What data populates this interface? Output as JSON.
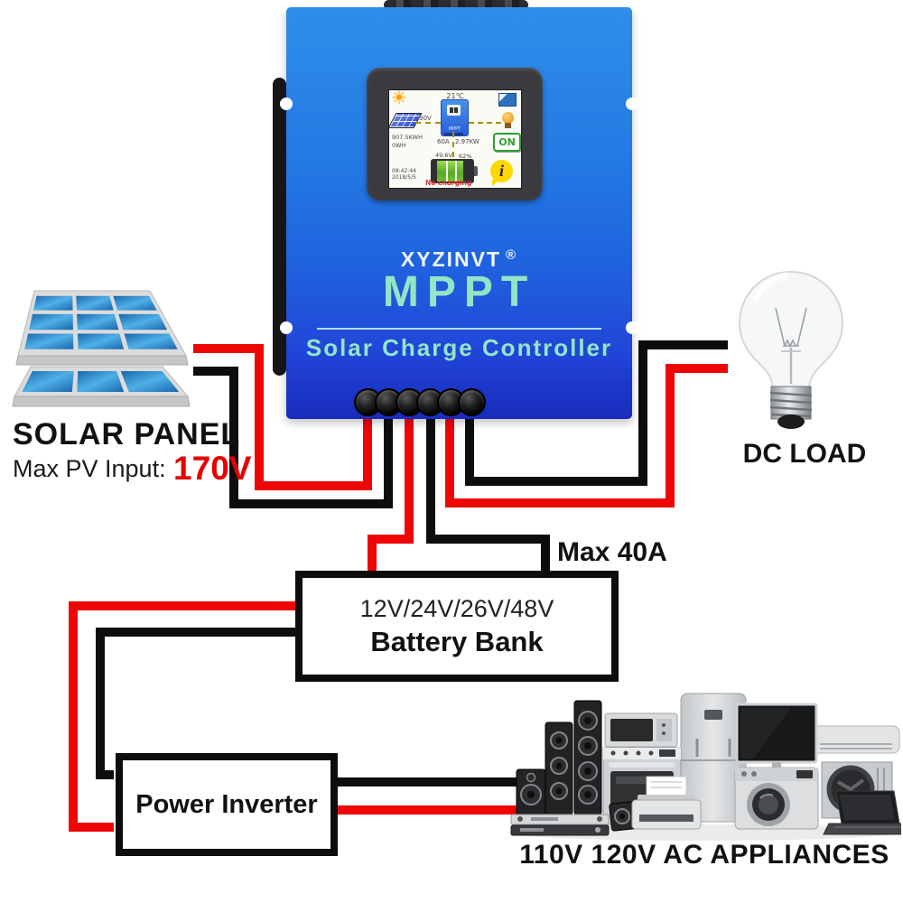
{
  "icons": {
    "sun": "☀",
    "info": "i"
  },
  "device": {
    "brand": "XYZINVT",
    "reg": "®",
    "model": "MPPT",
    "subtitle": "Solar Charge Controller",
    "screen": {
      "temp": "21℃",
      "pv_voltage": "90V",
      "mppt_label": "MPPT",
      "energy_total": "907.5KWH",
      "energy_today": "0WH",
      "current": "60A",
      "power": "2.97KW",
      "load_state": "ON",
      "battery_voltage": "49.6V",
      "battery_percent": "62%",
      "time": "08:42:44",
      "date": "2018/5/5",
      "status": "No charging"
    }
  },
  "solar_panel": {
    "title": "SOLAR PANEL",
    "max_input_label": "Max PV Input:",
    "max_input_value": "170V"
  },
  "dc_load": {
    "label": "DC LOAD"
  },
  "battery": {
    "voltages": "12V/24V/26V/48V",
    "name": "Battery Bank",
    "max_current": "Max 40A"
  },
  "inverter": {
    "label": "Power Inverter"
  },
  "ac": {
    "label": "110V 120V AC APPLIANCES"
  },
  "colors": {
    "wire_red": "#ee0505",
    "wire_black": "#0d0d0d",
    "device_blue": "#2286e8",
    "device_accent_text": "#93e5c6",
    "value_red": "#e60000",
    "lcd_status_red": "#e23030",
    "battery_green": "#5aa824",
    "info_yellow": "#ffd800"
  }
}
